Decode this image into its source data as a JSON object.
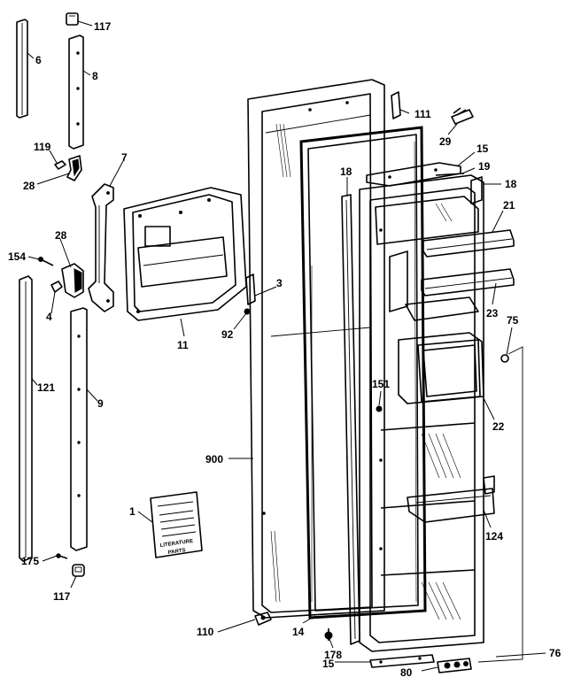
{
  "labels": {
    "p117a": "117",
    "p6": "6",
    "p8": "8",
    "p119": "119",
    "p28a": "28",
    "p7": "7",
    "p28b": "28",
    "p154": "154",
    "p4": "4",
    "p121": "121",
    "p9": "9",
    "p1": "1",
    "p175": "175",
    "p117b": "117",
    "p11": "11",
    "p92": "92",
    "p3": "3",
    "p900": "900",
    "p111": "111",
    "p29": "29",
    "p15a": "15",
    "p19": "19",
    "p18a": "18",
    "p18b": "18",
    "p21": "21",
    "p23": "23",
    "p75": "75",
    "p151": "151",
    "p22": "22",
    "p124": "124",
    "p110": "110",
    "p14": "14",
    "p178": "178",
    "p15b": "15",
    "p80": "80",
    "p76": "76"
  },
  "booklet": {
    "line1": "LITERATURE",
    "line2": "PARTS"
  }
}
